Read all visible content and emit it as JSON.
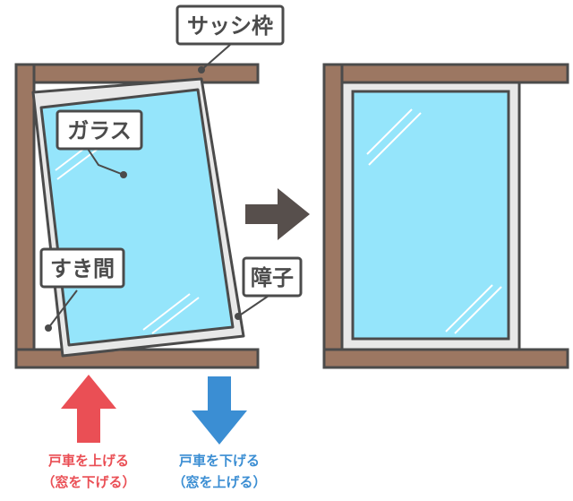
{
  "labels": {
    "sash_frame": "サッシ枠",
    "glass": "ガラス",
    "gap": "すき間",
    "shoji": "障子"
  },
  "captions": {
    "raise": {
      "line1": "戸車を上げる",
      "line2": "（窓を下げる）"
    },
    "lower": {
      "line1": "戸車を下げる",
      "line2": "（窓を上げる）"
    }
  },
  "colors": {
    "frame_wood": "#9c7762",
    "sash": "#e8e8e8",
    "glass": "#95e5fb",
    "outline": "#4b4b4b",
    "raise_arrow": "#ea4f55",
    "lower_arrow": "#3b8ed3",
    "center_arrow": "#574f4c"
  },
  "icons": {
    "up": "arrow-up-icon",
    "down": "arrow-down-icon",
    "center": "arrow-right-icon"
  }
}
